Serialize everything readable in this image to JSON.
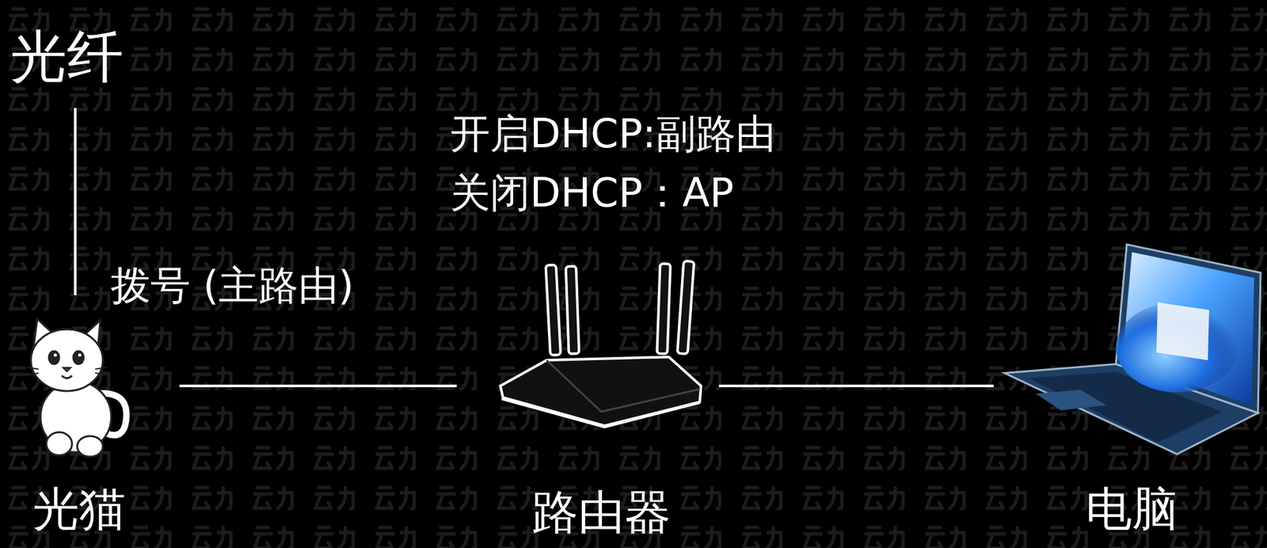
{
  "diagram": {
    "nodes": [
      {
        "text": [
          "光纤"
        ]
      },
      {
        "text": [
          "光猫"
        ]
      },
      {
        "text": [
          "路由器"
        ]
      },
      {
        "text": [
          "电脑"
        ]
      }
    ],
    "edges": [
      {
        "from": 0,
        "to": 1,
        "arrow": "none"
      },
      {
        "from": 1,
        "to": 2,
        "arrow": "none"
      },
      {
        "from": 2,
        "to": 3,
        "arrow": "none"
      }
    ],
    "labels": [
      "拨号 (主路由)",
      "开启DHCP:副路由",
      "关闭DHCP：AP"
    ]
  }
}
